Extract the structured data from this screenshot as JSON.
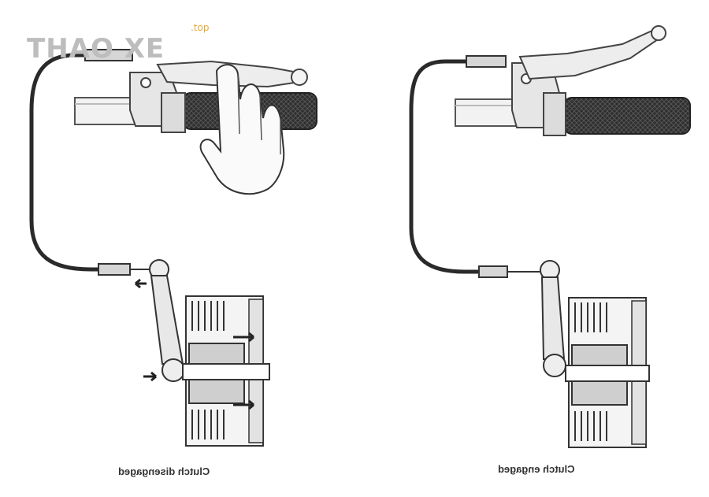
{
  "watermark": {
    "brand": "THAO XE",
    "tld": ".top"
  },
  "panels": [
    {
      "caption": "Clutch disengaged"
    },
    {
      "caption": "Clutch engaged"
    }
  ]
}
